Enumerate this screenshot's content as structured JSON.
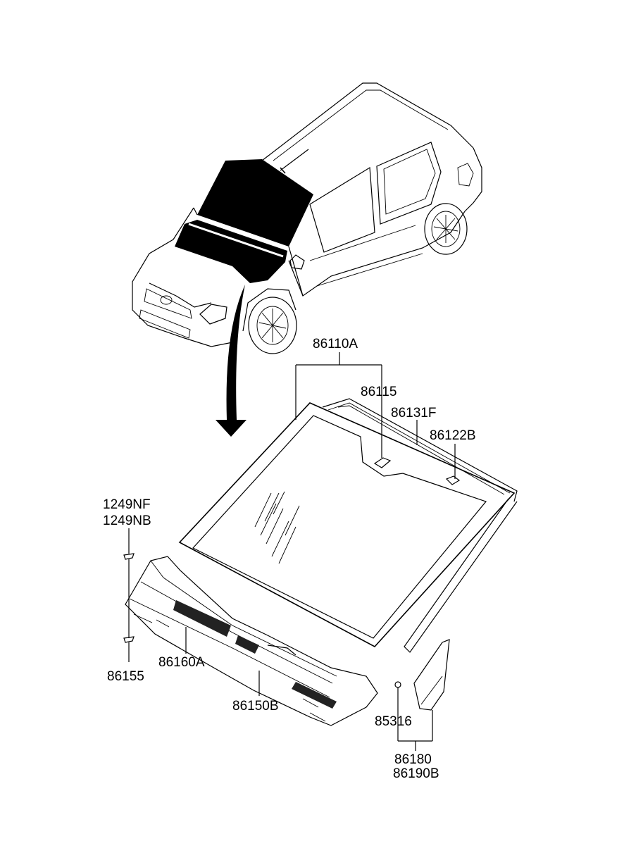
{
  "labels": {
    "windshield_assy": "86110A",
    "sensor_patch": "86115",
    "moulding": "86131F",
    "bracket": "86122B",
    "clip_a": "1249NF",
    "clip_b": "1249NB",
    "fastener": "86155",
    "cowl_seal": "86160A",
    "cowl_panel": "86150B",
    "screw": "85316",
    "cover_a": "86180",
    "cover_b": "86190B"
  },
  "colors": {
    "line": "#000000",
    "fill": "#ffffff",
    "dark": "#000000"
  },
  "icons": [
    "car-icon",
    "windshield-icon",
    "cowl-panel-icon",
    "side-cover-icon",
    "clip-icon",
    "arrow-icon"
  ]
}
